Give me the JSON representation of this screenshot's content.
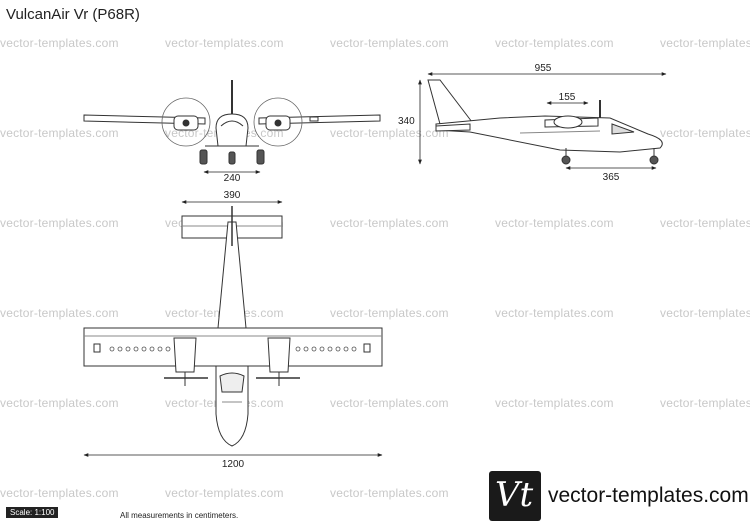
{
  "title": "VulcanAir Vr (P68R)",
  "watermark": "vector-templates.com",
  "dimensions": {
    "front_width": "240",
    "side_length": "955",
    "side_height": "340",
    "side_gear": "155",
    "side_wheelbase": "365",
    "top_tail": "390",
    "top_span": "1200"
  },
  "footer": {
    "scale": "Scale: 1:100",
    "note": "All measurements in centimeters.",
    "logo_text": "Vt",
    "brand": "vector-templates.com"
  }
}
